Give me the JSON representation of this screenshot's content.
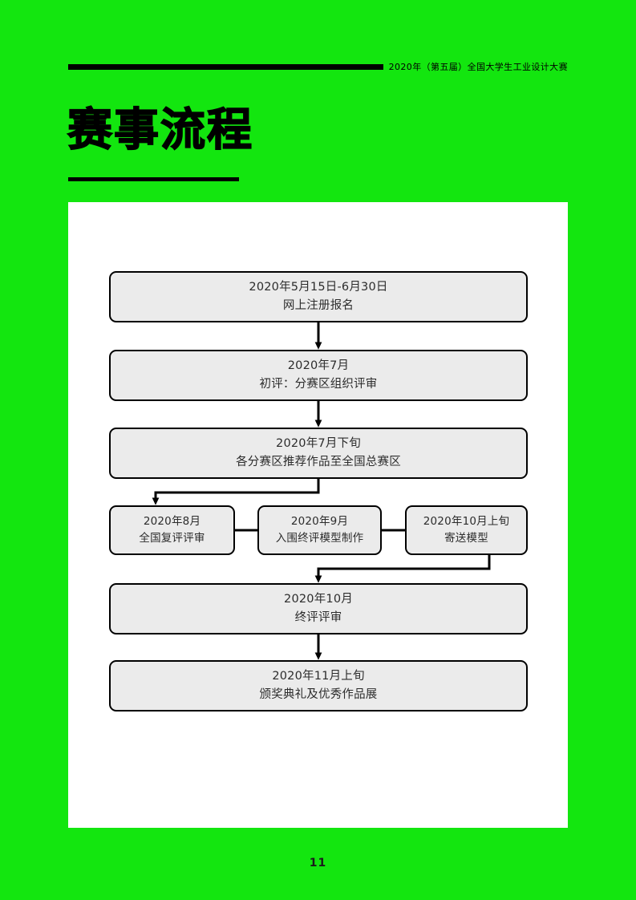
{
  "page": {
    "background_color": "#13e60f",
    "panel_color": "#ffffff",
    "ink_color": "#000000",
    "node_fill_color": "#ebebeb",
    "page_number": "11"
  },
  "header": {
    "title": "2020年（第五届）全国大学生工业设计大赛",
    "rule": "horizontal-rule"
  },
  "title": {
    "text": "赛事流程"
  },
  "flow": {
    "nodes": [
      {
        "id": "registration",
        "line1": "2020年5月15日-6月30日",
        "line2": "网上注册报名"
      },
      {
        "id": "preliminary-review",
        "line1": "2020年7月",
        "line2": "初评：分赛区组织评审"
      },
      {
        "id": "recommend-works",
        "line1": "2020年7月下旬",
        "line2": "各分赛区推荐作品至全国总赛区"
      },
      {
        "id": "national-second-review",
        "line1": "2020年8月",
        "line2": "全国复评评审"
      },
      {
        "id": "model-making",
        "line1": "2020年9月",
        "line2": "入围终评模型制作"
      },
      {
        "id": "send-model",
        "line1": "2020年10月上旬",
        "line2": "寄送模型"
      },
      {
        "id": "final-review",
        "line1": "2020年10月",
        "line2": "终评评审"
      },
      {
        "id": "award-ceremony",
        "line1": "2020年11月上旬",
        "line2": "颁奖典礼及优秀作品展"
      }
    ]
  }
}
